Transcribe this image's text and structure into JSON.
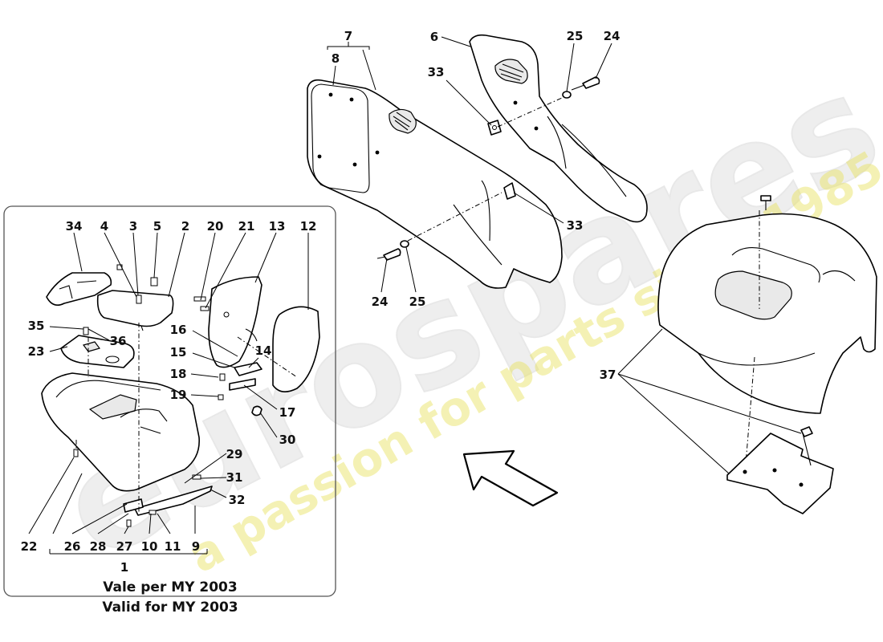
{
  "watermark": {
    "brand": "eurospares",
    "tagline": "a passion for parts since 1985"
  },
  "callouts": {
    "n1": "1",
    "n2": "2",
    "n3": "3",
    "n4": "4",
    "n5": "5",
    "n6": "6",
    "n7": "7",
    "n8": "8",
    "n9": "9",
    "n10": "10",
    "n11": "11",
    "n12": "12",
    "n13": "13",
    "n14": "14",
    "n15": "15",
    "n16": "16",
    "n17": "17",
    "n18": "18",
    "n19": "19",
    "n20": "20",
    "n21": "21",
    "n22": "22",
    "n23": "23",
    "n24": "24",
    "n25": "25",
    "n26": "26",
    "n27": "27",
    "n28": "28",
    "n29": "29",
    "n30": "30",
    "n31": "31",
    "n32": "32",
    "n33": "33",
    "n34": "34",
    "n35": "35",
    "n36": "36",
    "n37": "37"
  },
  "inset": {
    "caption_it": "Vale per MY 2003",
    "caption_en": "Valid for MY 2003"
  }
}
